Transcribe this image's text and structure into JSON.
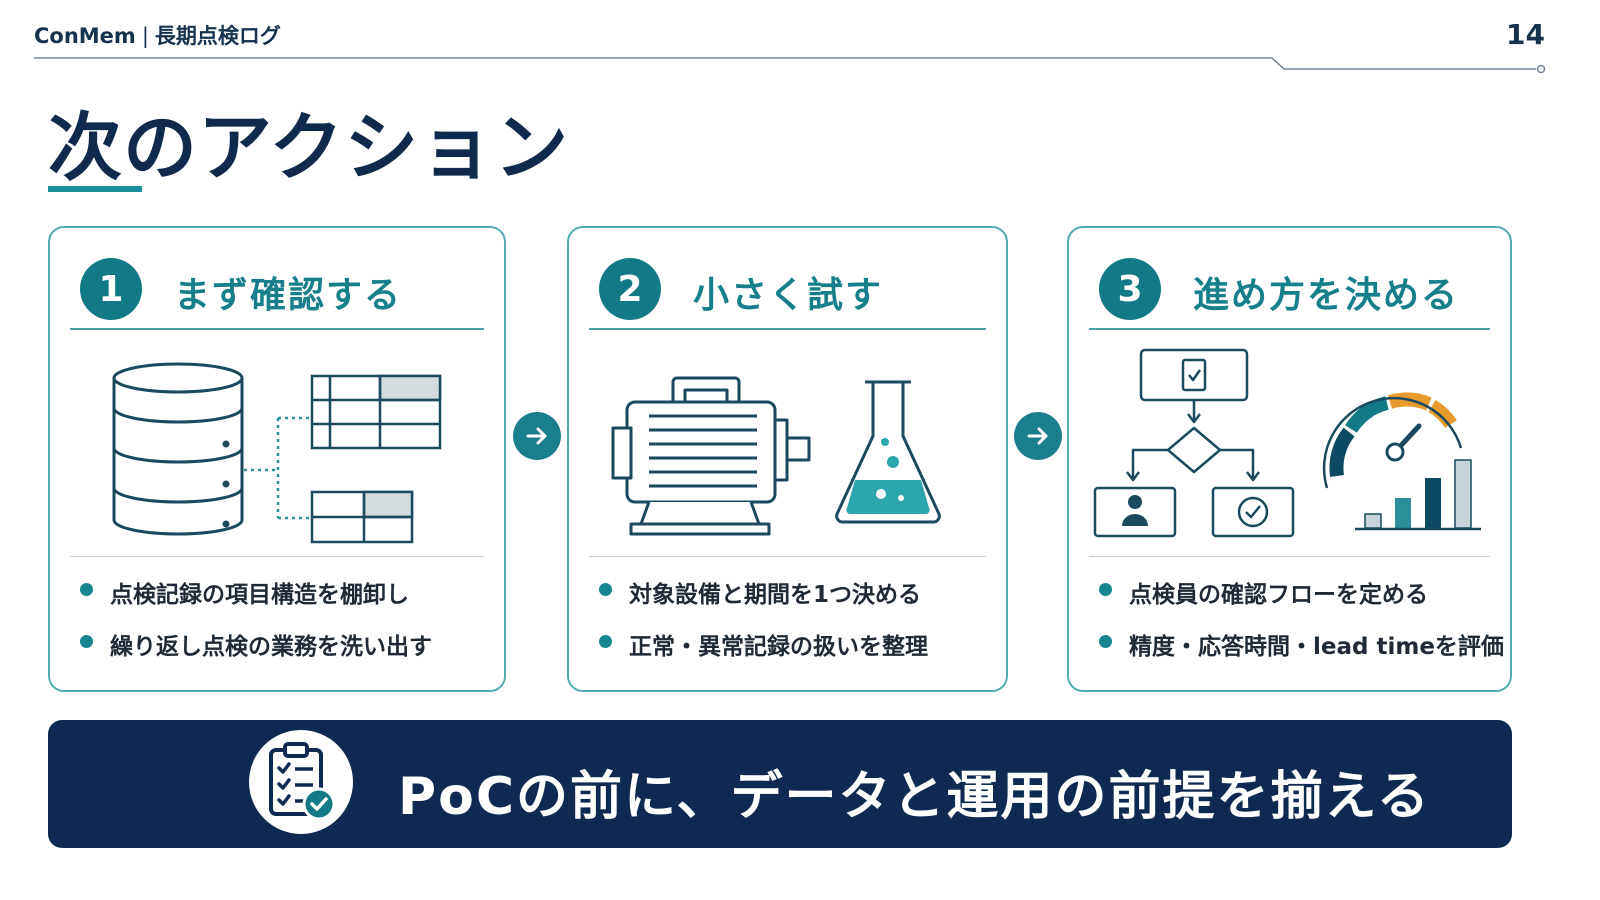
{
  "header": {
    "brand": "ConMem",
    "separator": "|",
    "section": "長期点検ログ",
    "page_number": "14"
  },
  "title": "次のアクション",
  "cards": [
    {
      "number": "1",
      "title": "まず確認する",
      "bullets": [
        "点検記録の項目構造を棚卸し",
        "繰り返し点検の業務を洗い出す"
      ]
    },
    {
      "number": "2",
      "title": "小さく試す",
      "bullets": [
        "対象設備と期間を1つ決める",
        "正常・異常記録の扱いを整理"
      ]
    },
    {
      "number": "3",
      "title": "進め方を決める",
      "bullets": [
        "点検員の確認フローを定める",
        "精度・応答時間・lead timeを評価"
      ]
    }
  ],
  "banner": {
    "text": "PoCの前に、データと運用の前提を揃える"
  },
  "colors": {
    "navy": "#0f2a52",
    "teal": "#127a87",
    "orange": "#e89a2c"
  }
}
